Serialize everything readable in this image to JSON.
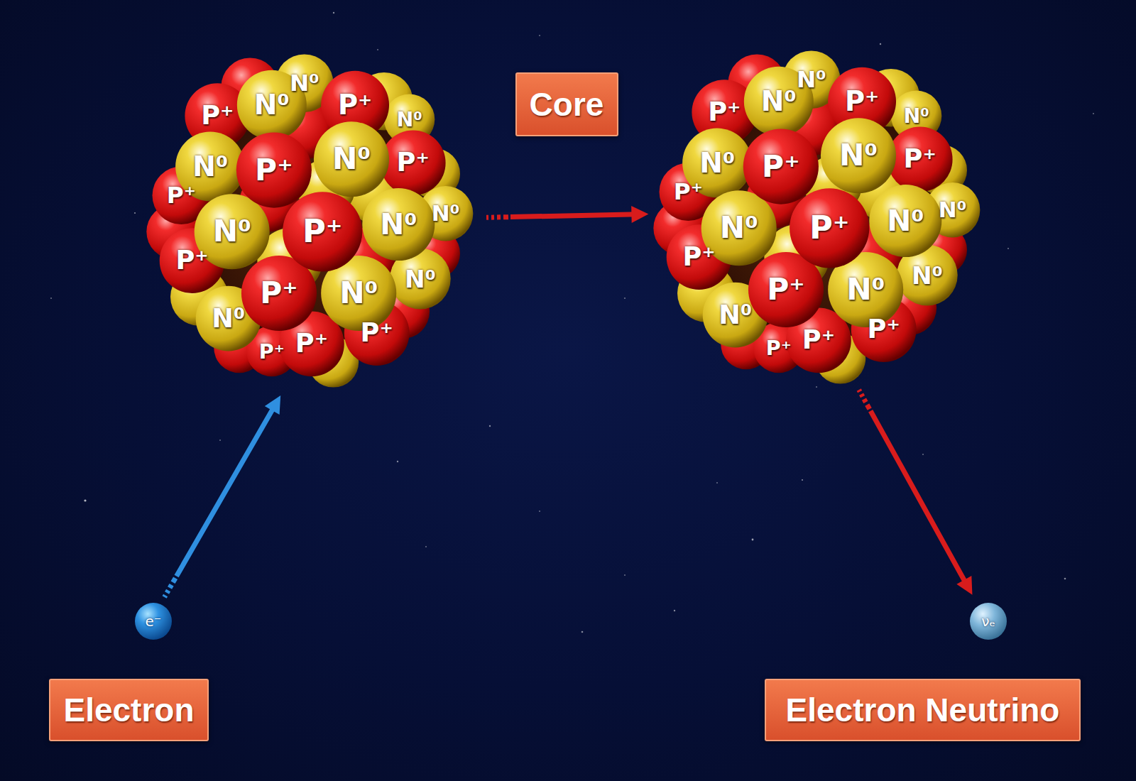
{
  "diagram": {
    "nodes": [
      {
        "text": [
          "P⁺",
          "N⁰",
          "N⁰",
          "P⁺",
          "N⁰",
          "N⁰",
          "P⁺",
          "N⁰",
          "P⁺",
          "P⁺",
          "N⁰",
          "N⁰",
          "P⁺",
          "N⁰",
          "P⁺",
          "N⁰",
          "P⁺",
          "N⁰",
          "N⁰",
          "P⁺",
          "P⁺",
          "P⁺"
        ]
      },
      {
        "text": [
          "Core"
        ]
      },
      {
        "text": [
          "P⁺",
          "N⁰",
          "N⁰",
          "P⁺",
          "N⁰",
          "N⁰",
          "P⁺",
          "N⁰",
          "P⁺",
          "P⁺",
          "N⁰",
          "N⁰",
          "P⁺",
          "N⁰",
          "P⁺",
          "N⁰",
          "P⁺",
          "N⁰",
          "N⁰",
          "P⁺",
          "P⁺",
          "P⁺"
        ]
      },
      {
        "text": [
          "e⁻"
        ]
      },
      {
        "text": [
          "νₑ"
        ]
      },
      {
        "text": [
          "Electron"
        ]
      },
      {
        "text": [
          "Electron Neutrino"
        ]
      }
    ],
    "edges": [
      {
        "from": 3,
        "to": 0,
        "arrow": "to"
      },
      {
        "from": 0,
        "to": 2,
        "arrow": "to"
      },
      {
        "from": 2,
        "to": 4,
        "arrow": "to"
      }
    ]
  }
}
